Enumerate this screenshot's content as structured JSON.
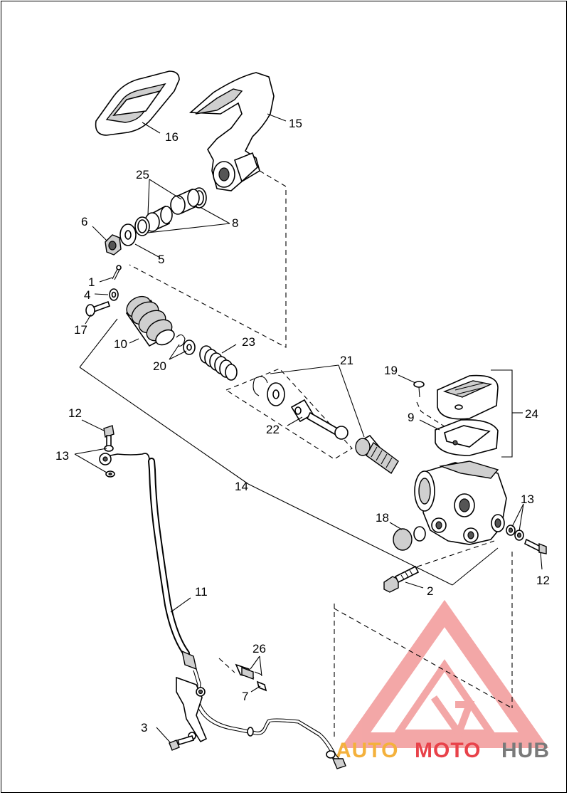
{
  "diagram": {
    "callouts": {
      "c1": "1",
      "c2": "2",
      "c3": "3",
      "c4": "4",
      "c5": "5",
      "c6": "6",
      "c7": "7",
      "c8": "8",
      "c9": "9",
      "c10": "10",
      "c11": "11",
      "c12a": "12",
      "c12b": "12",
      "c13a": "13",
      "c13b": "13",
      "c14": "14",
      "c15": "15",
      "c16": "16",
      "c17": "17",
      "c18": "18",
      "c19": "19",
      "c20": "20",
      "c21": "21",
      "c22": "22",
      "c23": "23",
      "c24": "24",
      "c25": "25",
      "c26": "26"
    }
  },
  "watermark": {
    "word_1": "AUTO",
    "word_2": "MOTO",
    "word_3": "HUB",
    "colors": {
      "orange": "#f4b13c",
      "red": "#e8424a",
      "gray": "#7a7a7a",
      "triangle": "#f08a8a"
    }
  }
}
